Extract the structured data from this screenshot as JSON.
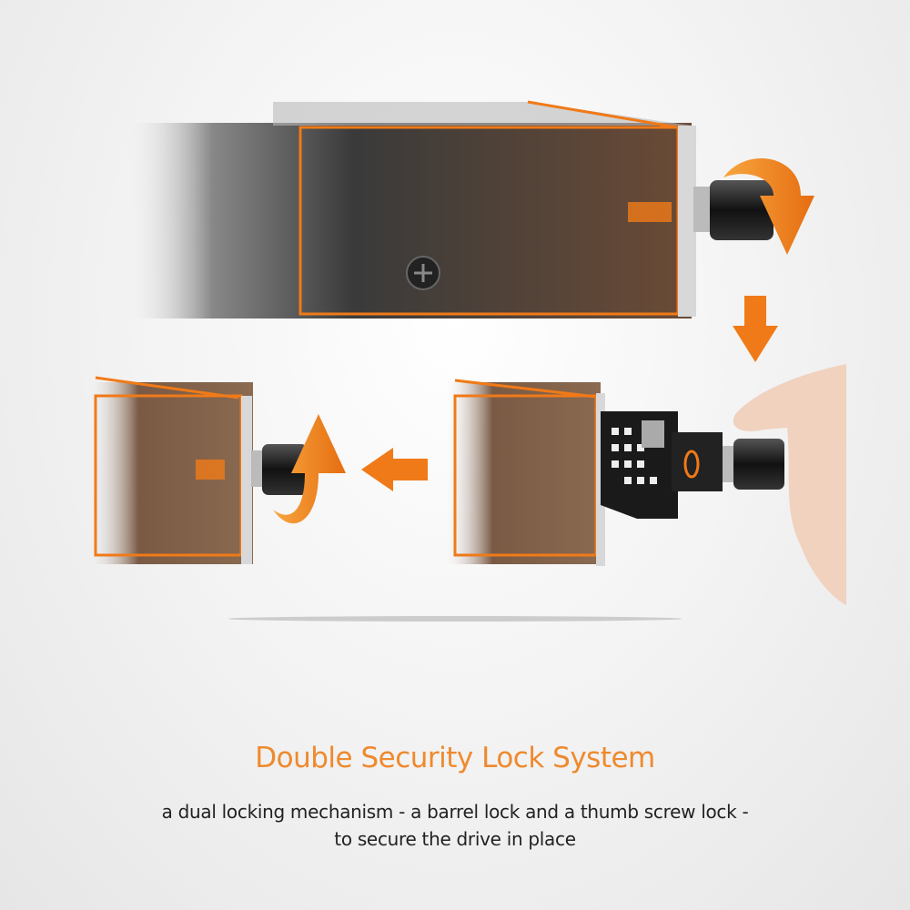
{
  "heading": "Double Security Lock System",
  "description": {
    "line1": "a dual locking mechanism - a barrel lock and a thumb screw lock -",
    "line2": "to secure the drive in place"
  },
  "colors": {
    "accent": "#ee8a2e",
    "text": "#222222",
    "background": "#efefef"
  },
  "icons": [
    "rotate-clockwise-arrow-icon",
    "down-arrow-icon",
    "left-arrow-icon",
    "rotate-counterclockwise-arrow-icon"
  ]
}
